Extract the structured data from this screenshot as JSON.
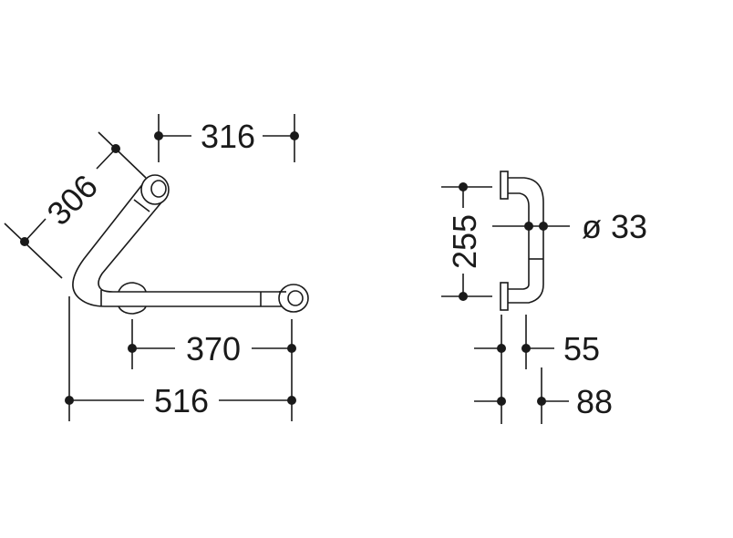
{
  "front_view": {
    "dimensions": {
      "width_upper": "316",
      "arm_length": "306",
      "horizontal_length": "370",
      "overall_width": "516"
    }
  },
  "side_view": {
    "dimensions": {
      "height": "255",
      "tube_diameter": "ø 33",
      "wall_offset_front": "55",
      "wall_offset_back": "88"
    }
  }
}
